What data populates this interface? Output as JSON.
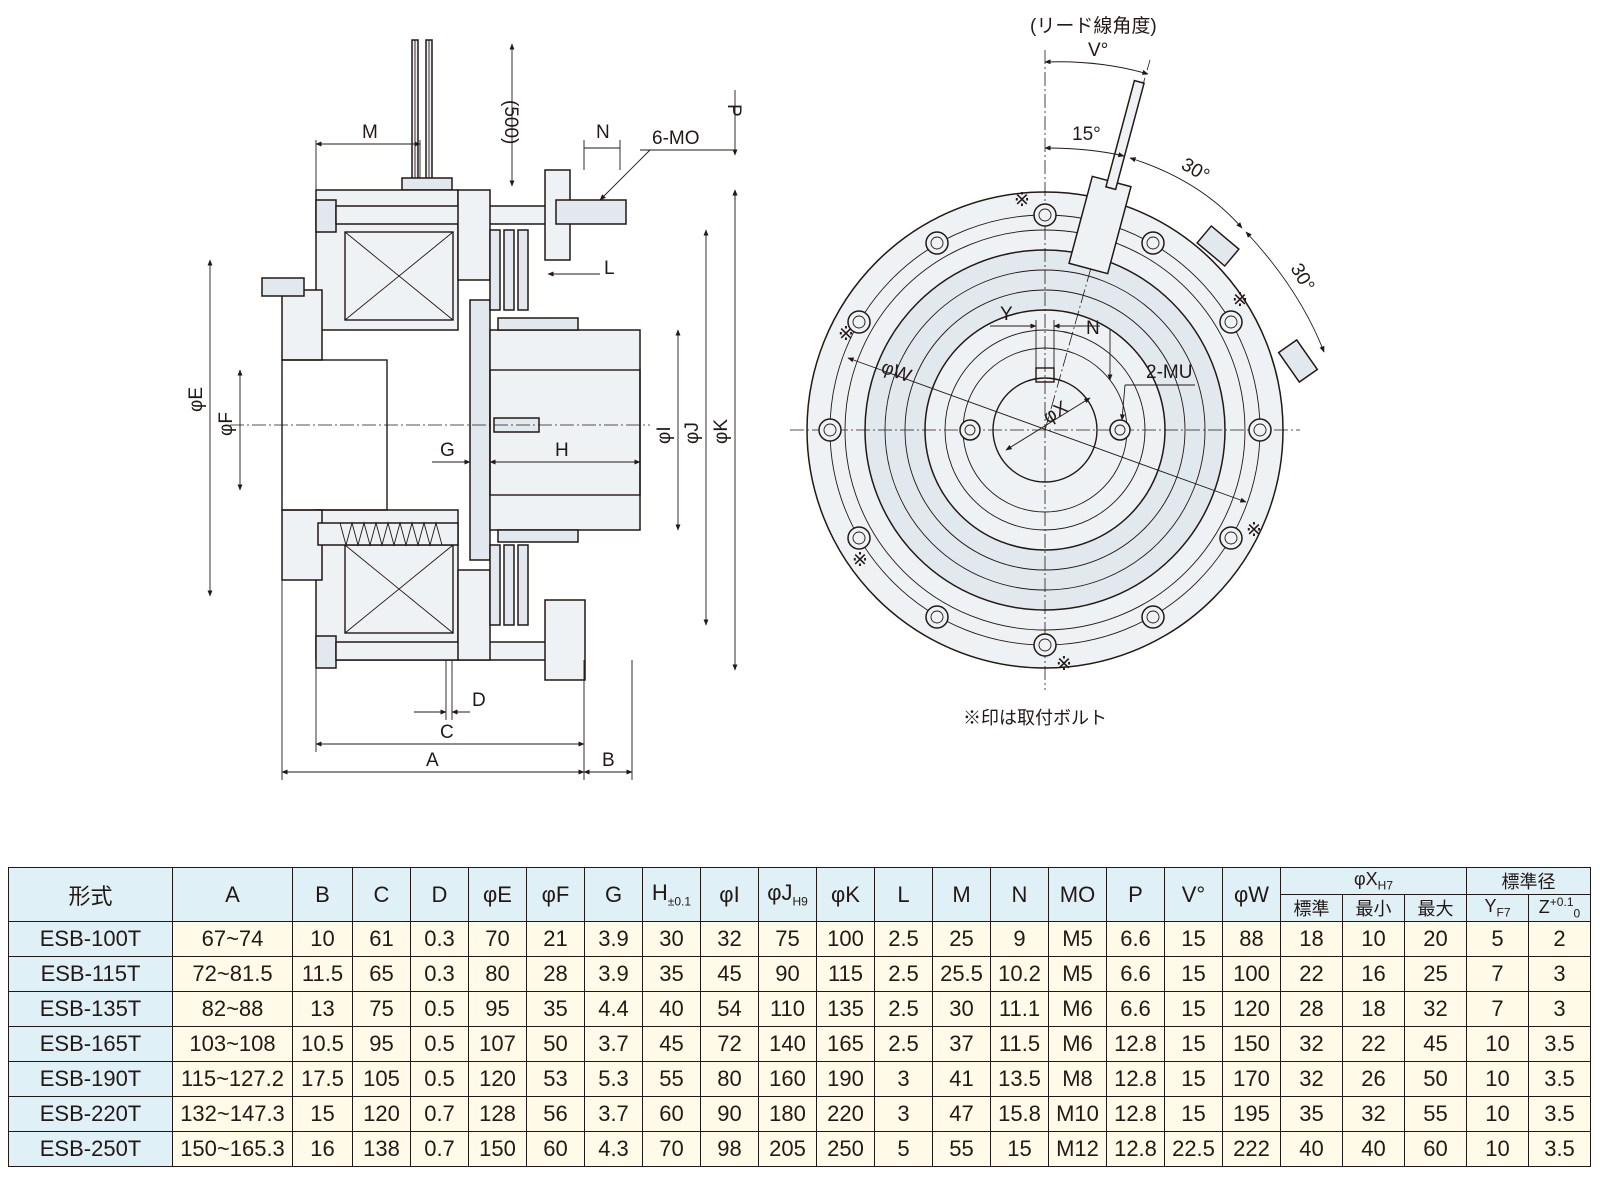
{
  "diagram": {
    "side_labels": {
      "m": "M",
      "lead_len": "(500)",
      "n": "N",
      "p": "P",
      "mo": "6-MO",
      "l": "L",
      "e": "φE",
      "f": "φF",
      "g": "G",
      "h": "H",
      "i": "φI",
      "j": "φJ",
      "k": "φK",
      "d": "D",
      "c": "C",
      "a": "A",
      "b": "B"
    },
    "front_labels": {
      "lead_angle_title": "(リード線角度)",
      "v": "V°",
      "a15": "15°",
      "a30_1": "30°",
      "a30_2": "30°",
      "y": "Y",
      "n": "N",
      "mu": "2-MU",
      "w": "φW",
      "x": "φX",
      "mark": "※",
      "note": "※印は取付ボルト"
    }
  },
  "table": {
    "headers": {
      "model": "形式",
      "a": "A",
      "b": "B",
      "c": "C",
      "d": "D",
      "e": "φE",
      "f": "φF",
      "g": "G",
      "h_main": "H",
      "h_sub": "±0.1",
      "i": "φI",
      "j_main": "φJ",
      "j_sub": "H9",
      "k": "φK",
      "l": "L",
      "m": "M",
      "n": "N",
      "mo": "MO",
      "p": "P",
      "v": "V°",
      "w": "φW",
      "x_main": "φX",
      "x_sub": "H7",
      "std_dia": "標準径",
      "x_std": "標準",
      "x_min": "最小",
      "x_max": "最大",
      "y_main": "Y",
      "y_sub": "F7",
      "z_main": "Z",
      "z_sup": "+0.1",
      "z_inf": "0"
    },
    "rows": [
      [
        "ESB-100T",
        "67~74",
        "10",
        "61",
        "0.3",
        "70",
        "21",
        "3.9",
        "30",
        "32",
        "75",
        "100",
        "2.5",
        "25",
        "9",
        "M5",
        "6.6",
        "15",
        "88",
        "18",
        "10",
        "20",
        "5",
        "2"
      ],
      [
        "ESB-115T",
        "72~81.5",
        "11.5",
        "65",
        "0.3",
        "80",
        "28",
        "3.9",
        "35",
        "45",
        "90",
        "115",
        "2.5",
        "25.5",
        "10.2",
        "M5",
        "6.6",
        "15",
        "100",
        "22",
        "16",
        "25",
        "7",
        "3"
      ],
      [
        "ESB-135T",
        "82~88",
        "13",
        "75",
        "0.5",
        "95",
        "35",
        "4.4",
        "40",
        "54",
        "110",
        "135",
        "2.5",
        "30",
        "11.1",
        "M6",
        "6.6",
        "15",
        "120",
        "28",
        "18",
        "32",
        "7",
        "3"
      ],
      [
        "ESB-165T",
        "103~108",
        "10.5",
        "95",
        "0.5",
        "107",
        "50",
        "3.7",
        "45",
        "72",
        "140",
        "165",
        "2.5",
        "37",
        "11.5",
        "M6",
        "12.8",
        "15",
        "150",
        "32",
        "22",
        "45",
        "10",
        "3.5"
      ],
      [
        "ESB-190T",
        "115~127.2",
        "17.5",
        "105",
        "0.5",
        "120",
        "53",
        "5.3",
        "55",
        "80",
        "160",
        "190",
        "3",
        "41",
        "13.5",
        "M8",
        "12.8",
        "15",
        "170",
        "32",
        "26",
        "50",
        "10",
        "3.5"
      ],
      [
        "ESB-220T",
        "132~147.3",
        "15",
        "120",
        "0.7",
        "128",
        "56",
        "3.7",
        "60",
        "90",
        "180",
        "220",
        "3",
        "47",
        "15.8",
        "M10",
        "12.8",
        "15",
        "195",
        "35",
        "32",
        "55",
        "10",
        "3.5"
      ],
      [
        "ESB-250T",
        "150~165.3",
        "16",
        "138",
        "0.7",
        "150",
        "60",
        "4.3",
        "70",
        "98",
        "205",
        "250",
        "5",
        "55",
        "15",
        "M12",
        "12.8",
        "22.5",
        "222",
        "40",
        "40",
        "60",
        "10",
        "3.5"
      ]
    ]
  }
}
